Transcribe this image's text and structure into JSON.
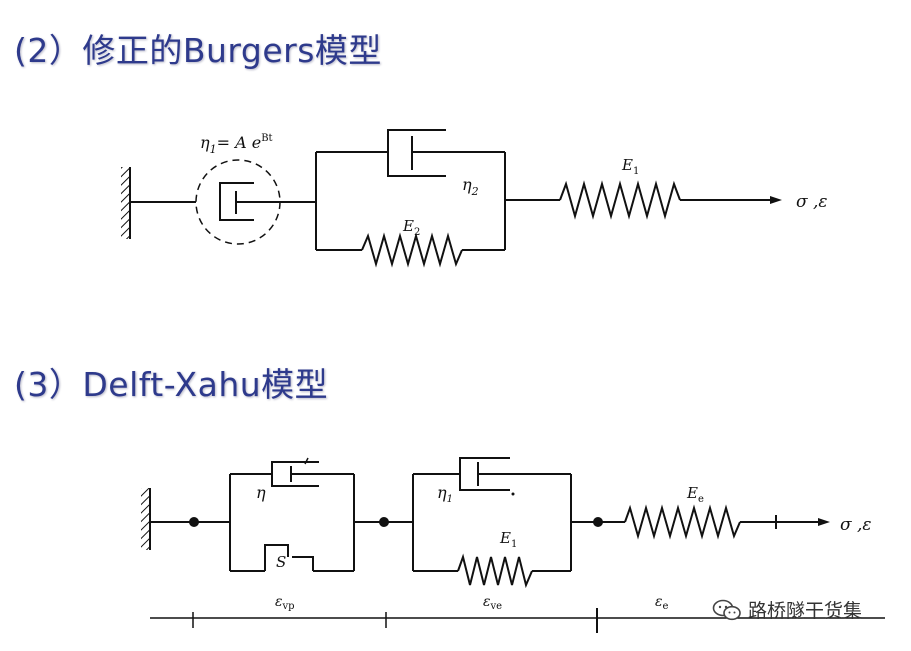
{
  "headings": {
    "burgers": "(2）修正的Burgers模型",
    "delft": "(3）Delft-Xahu模型"
  },
  "diagram1": {
    "eta1": "η",
    "eta1_sub": "1",
    "eta1_eq": "= A e",
    "eta1_sup": "Bt",
    "eta2": "η",
    "eta2_sub": "2",
    "E2": "E",
    "E2_sub": "2",
    "E1": "E",
    "E1_sub": "1",
    "output": "σ ,ε"
  },
  "diagram2": {
    "eta": "η",
    "S": "S",
    "eta1": "η",
    "eta1_sub": "1",
    "E1": "E",
    "E1_sub": "1",
    "Ee": "E",
    "Ee_sub": "e",
    "output": "σ ,ε",
    "eps_vp": "ε",
    "eps_vp_sub": "vp",
    "eps_ve": "ε",
    "eps_ve_sub": "ve",
    "eps_e": "ε",
    "eps_e_sub": "e"
  },
  "watermark": {
    "text": "路桥隧干货集",
    "icon": "wechat-icon"
  }
}
